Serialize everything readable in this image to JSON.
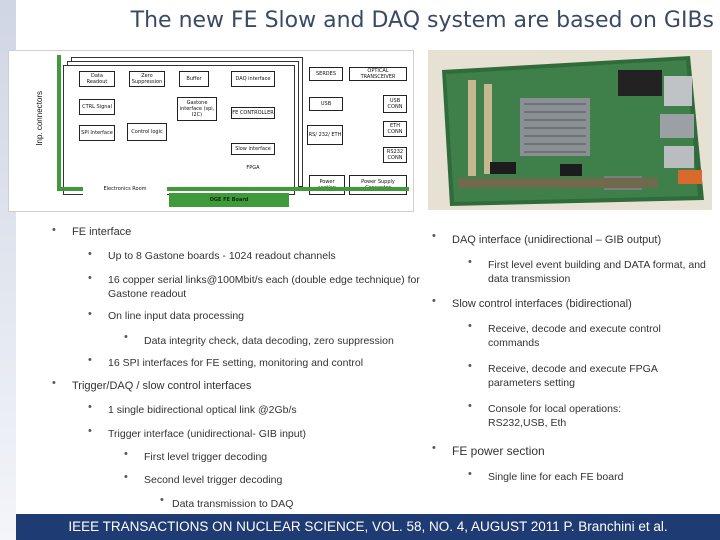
{
  "title": "The new FE Slow and DAQ system are based on GIBs",
  "diagram": {
    "side_label": "Inp. connectors",
    "boxes": {
      "data_readout": "Data Readout",
      "zero_suppression": "Zero Suppression",
      "buffer": "Buffer",
      "daq_interface": "DAQ interface",
      "serdes": "SERDES",
      "optical_transceiver": "OPTICAL TRANSCEIVER",
      "ctrl_signal": "CTRL Signal",
      "gastone_interface": "Gastone interface (spi, I2C)",
      "usb": "USB",
      "usb_conn": "USB CONN",
      "spi_interface": "SPI Interface",
      "control_logic": "Control logic",
      "fe_controller": "FE CONTROLLER",
      "rs_232_eth": "RS/ 232/ ETH",
      "eth_conn": "ETH CONN",
      "rs232_conn": "RS232 CONN",
      "slow_interface": "Slow interface",
      "fpga": "FPGA",
      "power_section": "Power section",
      "power_supply_connector": "Power Supply Connector",
      "electronics_room": "Electronics Room",
      "oge_fe_board": "OGE FE Board"
    }
  },
  "left": {
    "fe_interface": "FE interface",
    "up_to_8": "Up to 8 Gastone boards - 1024 readout channels",
    "copper_links": "16 copper serial links@100Mbit/s each (double edge technique) for Gastone readout",
    "online_processing": "On line input data processing",
    "data_integrity": "Data integrity check, data decoding, zero suppression",
    "spi_interfaces": "16 SPI interfaces for FE setting, monitoring and control",
    "trigger_daq": "Trigger/DAQ / slow control interfaces",
    "optical_link": "1 single bidirectional optical link @2Gb/s",
    "trigger_interface": "Trigger interface (unidirectional- GIB input)",
    "first_level_decoding": "First level trigger decoding",
    "second_level_decoding": "Second level trigger decoding",
    "data_transmission": "Data transmission to DAQ"
  },
  "right": {
    "daq_interface": "DAQ interface (unidirectional – GIB output)",
    "first_level_event": "First level event building and DATA format, and data transmission",
    "slow_control": "Slow control interfaces (bidirectional)",
    "receive_commands": "Receive, decode and execute control commands",
    "receive_fpga": "Receive, decode and execute FPGA parameters setting",
    "console": "Console for local operations: RS232,USB, Eth",
    "fe_power": "FE power section",
    "single_line": "Single line for each FE board"
  },
  "footer": "IEEE TRANSACTIONS ON NUCLEAR SCIENCE, VOL. 58, NO. 4, AUGUST 2011 P. Branchini et al.",
  "colors": {
    "footer_bg": "#1f3b73",
    "title": "#3a4a66",
    "board_green": "#3f9a3a"
  }
}
